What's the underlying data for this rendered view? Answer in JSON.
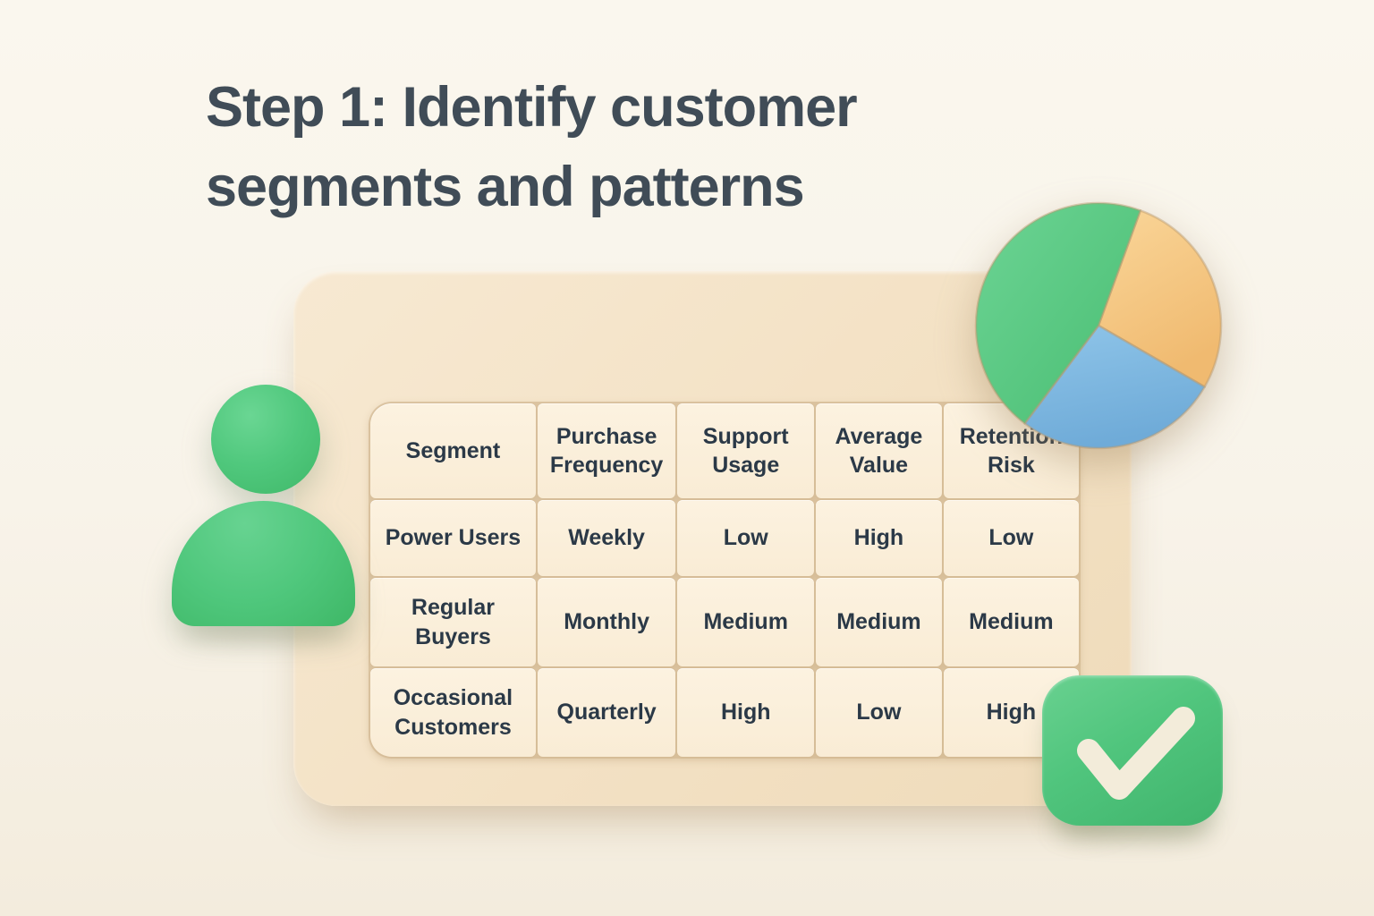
{
  "title": "Step 1: Identify customer segments and patterns",
  "table": {
    "headers": [
      "Segment",
      "Purchase Frequency",
      "Support Usage",
      "Average Value",
      "Retention Risk"
    ],
    "rows": [
      [
        "Power Users",
        "Weekly",
        "Low",
        "High",
        "Low"
      ],
      [
        "Regular Buyers",
        "Monthly",
        "Medium",
        "Medium",
        "Medium"
      ],
      [
        "Occasional Customers",
        "Quarterly",
        "High",
        "Low",
        "High"
      ]
    ]
  },
  "icons": {
    "user_icon": {
      "color": "#52c87d"
    },
    "pie_chart_icon": {
      "slices": [
        {
          "name": "green",
          "color": "#57c880",
          "percent": 45
        },
        {
          "name": "orange",
          "color": "#f6c983",
          "percent": 28
        },
        {
          "name": "blue",
          "color": "#7fb9e0",
          "percent": 27
        }
      ]
    },
    "checkmark_icon": {
      "box_color": "#52c17a",
      "mark_color": "#f3ecda"
    }
  },
  "colors": {
    "background": "#f8f3e9",
    "panel": "#f3e1c4",
    "cell": "#faeed8",
    "text": "#2b3947",
    "title_text": "#404c57"
  }
}
